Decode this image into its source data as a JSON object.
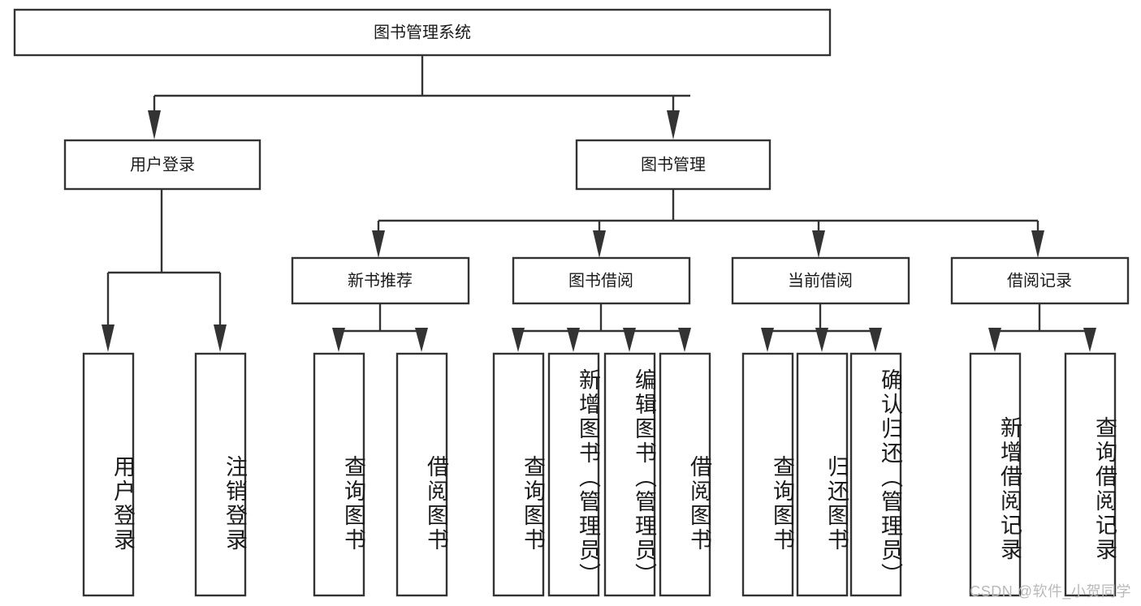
{
  "diagram": {
    "title": "图书管理系统",
    "type": "tree-hierarchy-diagram",
    "colors": {
      "box_stroke": "#333333",
      "box_fill": "#ffffff",
      "text": "#1a1a1a",
      "watermark": "#b9b9b9",
      "background": "#ffffff"
    },
    "root": {
      "label": "图书管理系统"
    },
    "level2": [
      {
        "label": "用户登录"
      },
      {
        "label": "图书管理"
      }
    ],
    "level3": [
      {
        "label": "新书推荐"
      },
      {
        "label": "图书借阅"
      },
      {
        "label": "当前借阅"
      },
      {
        "label": "借阅记录"
      }
    ],
    "leaves": {
      "user_login": [
        {
          "label": "用户登录"
        },
        {
          "label": "注销登录"
        }
      ],
      "new_book_recommend": [
        {
          "label": "查询图书"
        },
        {
          "label": "借阅图书"
        }
      ],
      "book_borrow": [
        {
          "label": "查询图书"
        },
        {
          "label": "新增图书（管理员）"
        },
        {
          "label": "编辑图书（管理员）"
        },
        {
          "label": "借阅图书"
        }
      ],
      "current_borrow": [
        {
          "label": "查询图书"
        },
        {
          "label": "归还图书"
        },
        {
          "label": "确认归还（管理员）"
        }
      ],
      "borrow_record": [
        {
          "label": "新增借阅记录"
        },
        {
          "label": "查询借阅记录"
        }
      ]
    },
    "watermark": "CSDN @软件_小贺同学"
  }
}
